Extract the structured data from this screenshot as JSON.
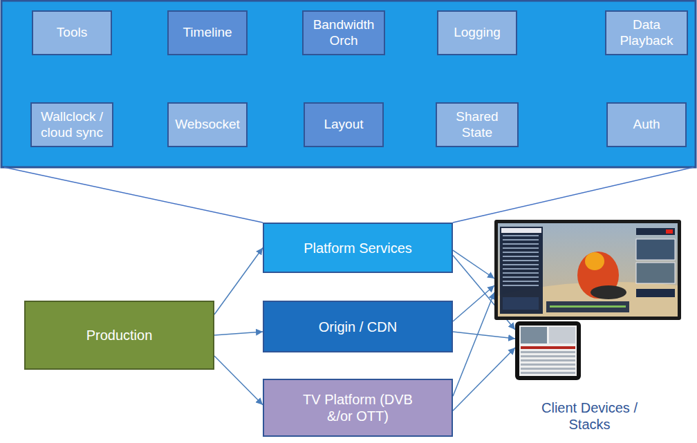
{
  "diagram": {
    "nodes": [
      {
        "text": [
          "Tools"
        ]
      },
      {
        "text": [
          "Timeline"
        ]
      },
      {
        "text": [
          "Bandwidth Orch"
        ]
      },
      {
        "text": [
          "Logging"
        ]
      },
      {
        "text": [
          "Data Playback"
        ]
      },
      {
        "text": [
          "Wallclock / cloud sync"
        ]
      },
      {
        "text": [
          "Websocket"
        ]
      },
      {
        "text": [
          "Layout"
        ]
      },
      {
        "text": [
          "Shared State"
        ]
      },
      {
        "text": [
          "Auth"
        ]
      },
      {
        "text": [
          "Production"
        ]
      },
      {
        "text": [
          "Platform Services"
        ]
      },
      {
        "text": [
          "Origin / CDN"
        ]
      },
      {
        "text": [
          "TV Platform (DVB &/or OTT)"
        ]
      },
      {
        "text": [
          "Client Devices / Stacks"
        ]
      }
    ],
    "edges": [
      {
        "from": 10,
        "to": 11,
        "arrow": "to"
      },
      {
        "from": 10,
        "to": 12,
        "arrow": "to"
      },
      {
        "from": 10,
        "to": 13,
        "arrow": "to"
      },
      {
        "from": 11,
        "to": 14,
        "arrow": "to"
      },
      {
        "from": 11,
        "to": 14,
        "arrow": "to"
      },
      {
        "from": 12,
        "to": 14,
        "arrow": "to"
      },
      {
        "from": 12,
        "to": 14,
        "arrow": "to"
      },
      {
        "from": 13,
        "to": 14,
        "arrow": "to"
      },
      {
        "from": 13,
        "to": 14,
        "arrow": "to"
      }
    ]
  }
}
